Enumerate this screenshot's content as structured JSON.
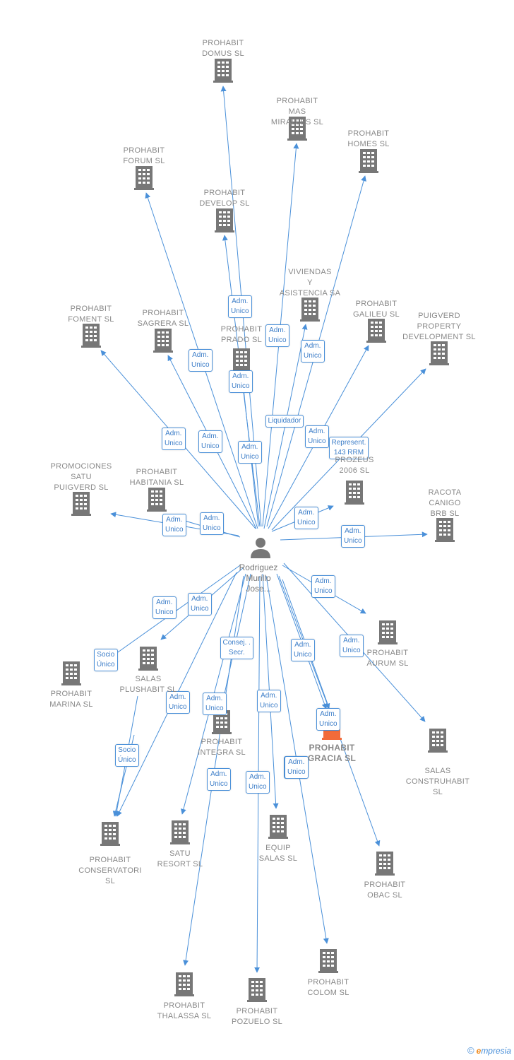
{
  "center": {
    "name": "Rodriguez\nMurillo\nJose..."
  },
  "companies": [
    {
      "id": "domus",
      "name": "PROHABIT\nDOMUS SL"
    },
    {
      "id": "mas",
      "name": "PROHABIT\nMAS\nMIRALLES SL"
    },
    {
      "id": "homes",
      "name": "PROHABIT\nHOMES SL"
    },
    {
      "id": "forum",
      "name": "PROHABIT\nFORUM SL"
    },
    {
      "id": "develop",
      "name": "PROHABIT\nDEVELOP SL"
    },
    {
      "id": "viviendas",
      "name": "VIVIENDAS\nY\nASISTENCIA SA"
    },
    {
      "id": "foment",
      "name": "PROHABIT\nFOMENT SL"
    },
    {
      "id": "sagrera",
      "name": "PROHABIT\nSAGRERA SL"
    },
    {
      "id": "prado",
      "name": "PROHABIT\nPRADO SL"
    },
    {
      "id": "galileu",
      "name": "PROHABIT\nGALILEU SL"
    },
    {
      "id": "puigverd_prop",
      "name": "PUIGVERD\nPROPERTY\nDEVELOPMENT SL"
    },
    {
      "id": "prozeus",
      "name": "PROZEUS\n2006 SL"
    },
    {
      "id": "promociones",
      "name": "PROMOCIONES\nSATU\nPUIGVERD SL"
    },
    {
      "id": "habitania",
      "name": "PROHABIT\nHABITANIA SL"
    },
    {
      "id": "racota",
      "name": "RACOTA\nCANIGO\nBRB SL"
    },
    {
      "id": "marina",
      "name": "PROHABIT\nMARINA SL"
    },
    {
      "id": "plushabit",
      "name": "SALAS\nPLUSHABIT SL"
    },
    {
      "id": "aurum",
      "name": "PROHABIT\nAURUM SL"
    },
    {
      "id": "integra",
      "name": "PROHABIT\nINTEGRA SL"
    },
    {
      "id": "gracia",
      "name": "PROHABIT\nGRACIA SL"
    },
    {
      "id": "construhabit",
      "name": "SALAS\nCONSTRUHABIT\nSL"
    },
    {
      "id": "conservatori",
      "name": "PROHABIT\nCONSERVATORI\nSL"
    },
    {
      "id": "satu_resort",
      "name": "SATU\nRESORT SL"
    },
    {
      "id": "equip",
      "name": "EQUIP\nSALAS SL"
    },
    {
      "id": "obac",
      "name": "PROHABIT\nOBAC SL"
    },
    {
      "id": "thalassa",
      "name": "PROHABIT\nTHALASSA SL"
    },
    {
      "id": "pozuelo",
      "name": "PROHABIT\nPOZUELO SL"
    },
    {
      "id": "colom",
      "name": "PROHABIT\nCOLOM SL"
    }
  ],
  "relations": [
    {
      "to": "domus",
      "label": "Adm.\nUnico"
    },
    {
      "to": "mas",
      "label": "Adm.\nUnico"
    },
    {
      "to": "homes",
      "label": "Adm.\nUnico"
    },
    {
      "to": "forum",
      "label": "Adm.\nUnico"
    },
    {
      "to": "develop",
      "label": "Adm.\nUnico"
    },
    {
      "to": "viviendas",
      "label": "Liquidador"
    },
    {
      "to": "foment",
      "label": "Adm.\nUnico"
    },
    {
      "to": "sagrera",
      "label": "Adm.\nUnico"
    },
    {
      "to": "prado",
      "label": "Adm.\nUnico"
    },
    {
      "to": "galileu",
      "label": "Adm.\nUnico"
    },
    {
      "to": "puigverd_prop",
      "label": "Represent.\n143 RRM"
    },
    {
      "to": "prozeus",
      "label": "Adm.\nUnico"
    },
    {
      "to": "promociones",
      "label": "Adm.\nUnico"
    },
    {
      "to": "habitania",
      "label": "Adm.\nUnico"
    },
    {
      "to": "racota",
      "label": "Adm.\nUnico"
    },
    {
      "to": "marina",
      "label": "Adm.\nUnico"
    },
    {
      "to": "plushabit",
      "label": "Adm.\nUnico"
    },
    {
      "to": "aurum",
      "label": "Adm.\nUnico"
    },
    {
      "to": "construhabit",
      "label": "Adm.\nUnico"
    },
    {
      "to": "conservatori_a",
      "label": "Socio\nÚnico"
    },
    {
      "to": "conservatori_b",
      "label": "Socio\nÚnico"
    },
    {
      "to": "conservatori",
      "label": "Adm.\nUnico"
    },
    {
      "to": "satu_resort",
      "label": "Consej. .\nSecr."
    },
    {
      "to": "integra",
      "label": "Adm.\nUnico"
    },
    {
      "to": "equip",
      "label": "Adm.\nUnico"
    },
    {
      "to": "gracia",
      "label": "Adm.\nUnico"
    },
    {
      "to": "gracia_b",
      "label": "Adm.\nUnico"
    },
    {
      "to": "obac",
      "label": "Adm.\nUnico"
    },
    {
      "to": "thalassa",
      "label": "Adm.\nUnico"
    },
    {
      "to": "pozuelo",
      "label": "Adm.\nUnico"
    },
    {
      "to": "colom",
      "label": "Adm.\nUnico"
    }
  ],
  "colors": {
    "edge": "#4a90d9",
    "building": "#777777",
    "highlight": "#f26b3a",
    "person": "#777777"
  },
  "brand": {
    "symbol": "©",
    "first": "e",
    "rest": "mpresia"
  }
}
